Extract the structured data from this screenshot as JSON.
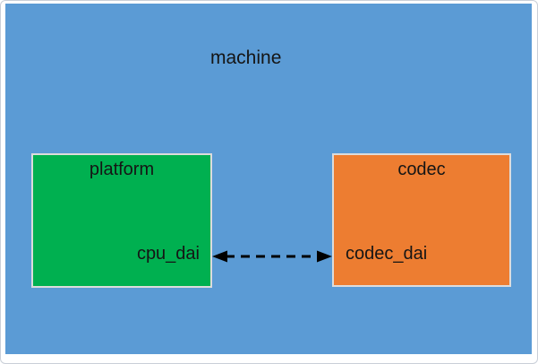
{
  "diagram": {
    "nodes": {
      "machine": {
        "label": "machine"
      },
      "platform": {
        "label": "platform",
        "dai_label": "cpu_dai"
      },
      "codec": {
        "label": "codec",
        "dai_label": "codec_dai"
      }
    },
    "link": {
      "from": "cpu_dai",
      "to": "codec_dai",
      "line_style": "dashed",
      "arrowheads": "both"
    },
    "colors": {
      "machine_bg": "#5B9BD5",
      "platform_bg": "#00B050",
      "codec_bg": "#ED7D31",
      "box_border": "#DCDCDC",
      "arrow": "#000000",
      "text": "#151515",
      "page_bg": "#FFFFFF",
      "page_border": "#C9CFD8"
    }
  }
}
